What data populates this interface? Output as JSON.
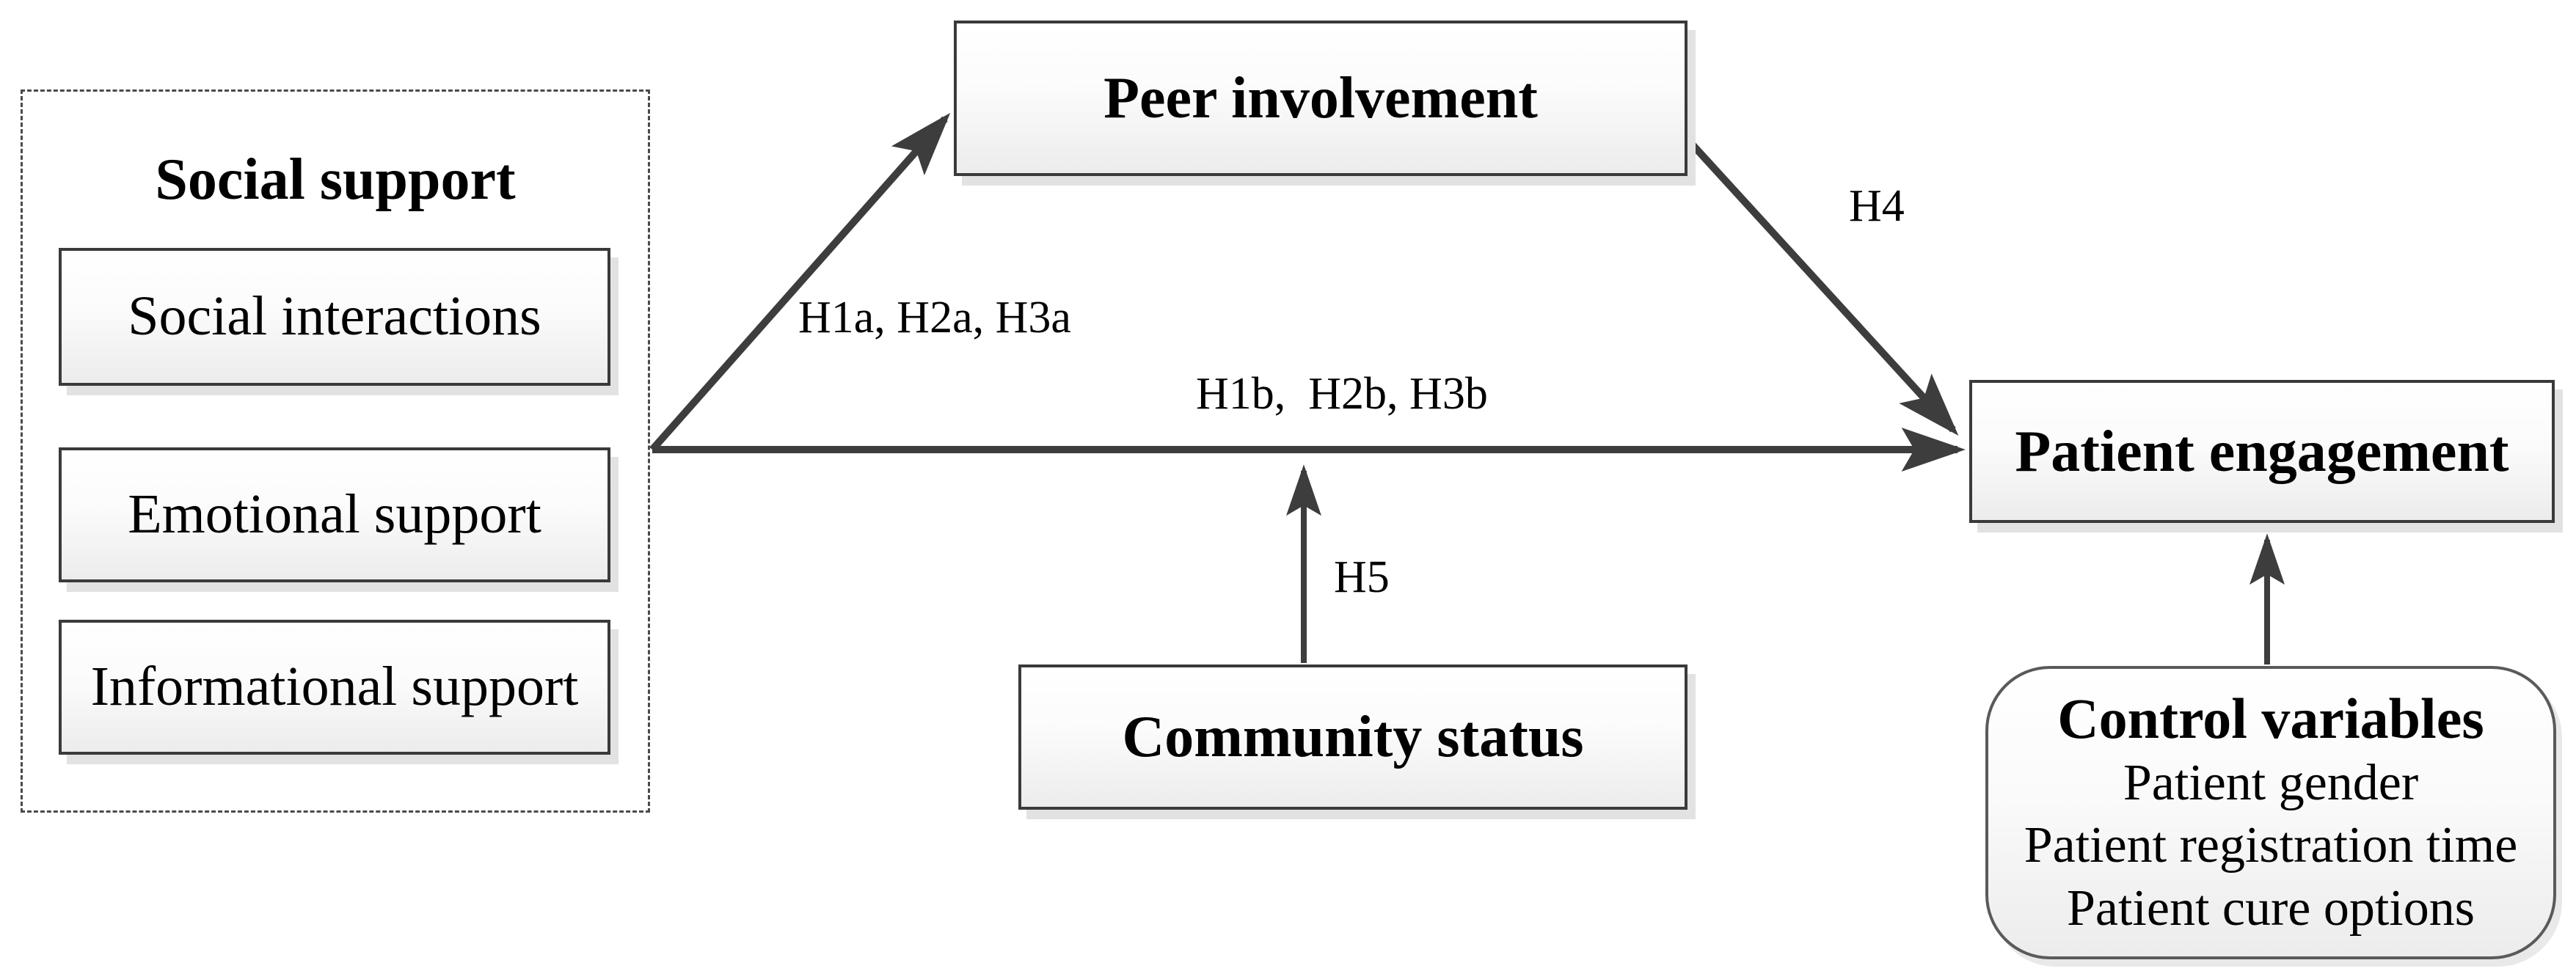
{
  "diagram": {
    "social_support": {
      "title": "Social support",
      "items": [
        "Social interactions",
        "Emotional support",
        "Informational support"
      ]
    },
    "nodes": {
      "peer_involvement": "Peer involvement",
      "patient_engagement": "Patient engagement",
      "community_status": "Community status"
    },
    "control_variables": {
      "title": "Control variables",
      "items": [
        "Patient gender",
        "Patient registration time",
        "Patient cure options"
      ]
    },
    "labels": {
      "h1a": "H1a, H2a, H3a",
      "h1b": "H1b,  H2b, H3b",
      "h4": "H4",
      "h5": "H5"
    },
    "colors": {
      "arrow": "#3d3d3d",
      "node_border": "#3a3a3a",
      "shadow": "#e2e2e2",
      "text": "#000000"
    }
  }
}
